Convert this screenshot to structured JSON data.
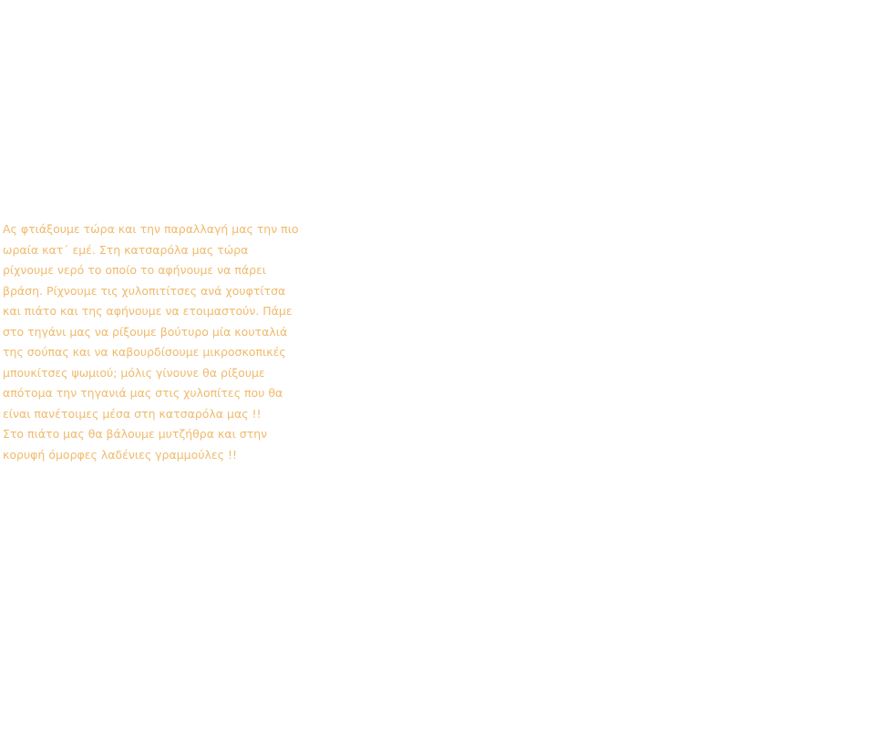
{
  "recipe": {
    "lines": [
      "Ας φτιάξουμε τώρα και την παραλλαγή μας την πιο",
      "ωραία κατ΄ εμέ. Στη κατσαρόλα μας τώρα",
      "ρίχνουμε νερό το οποίο το αφήνουμε να πάρει",
      "βράση. Ρίχνουμε τις χυλοπιτίτσες ανά χουφτίτσα",
      "και πιάτο και της αφήνουμε να ετοιμαστούν. Πάμε",
      "στο τηγάνι μας να ρίξουμε βούτυρο μία κουταλιά",
      "της σούπας και να καβουρδίσουμε μικροσκοπικές",
      "μπουκίτσες ψωμιού; μόλις γίνουνε θα ρίξουμε",
      "απότομα την τηγανιά μας στις χυλοπίτες που θα",
      "είναι πανέτοιμες μέσα στη κατσαρόλα μας !!",
      "Στο πιάτο μας θα βάλουμε μυτζήθρα και στην",
      "κορυφή όμορφες λαδένιες γραμμούλες !!"
    ]
  },
  "colors": {
    "text": "#f0ba6c",
    "background": "#ffffff"
  }
}
